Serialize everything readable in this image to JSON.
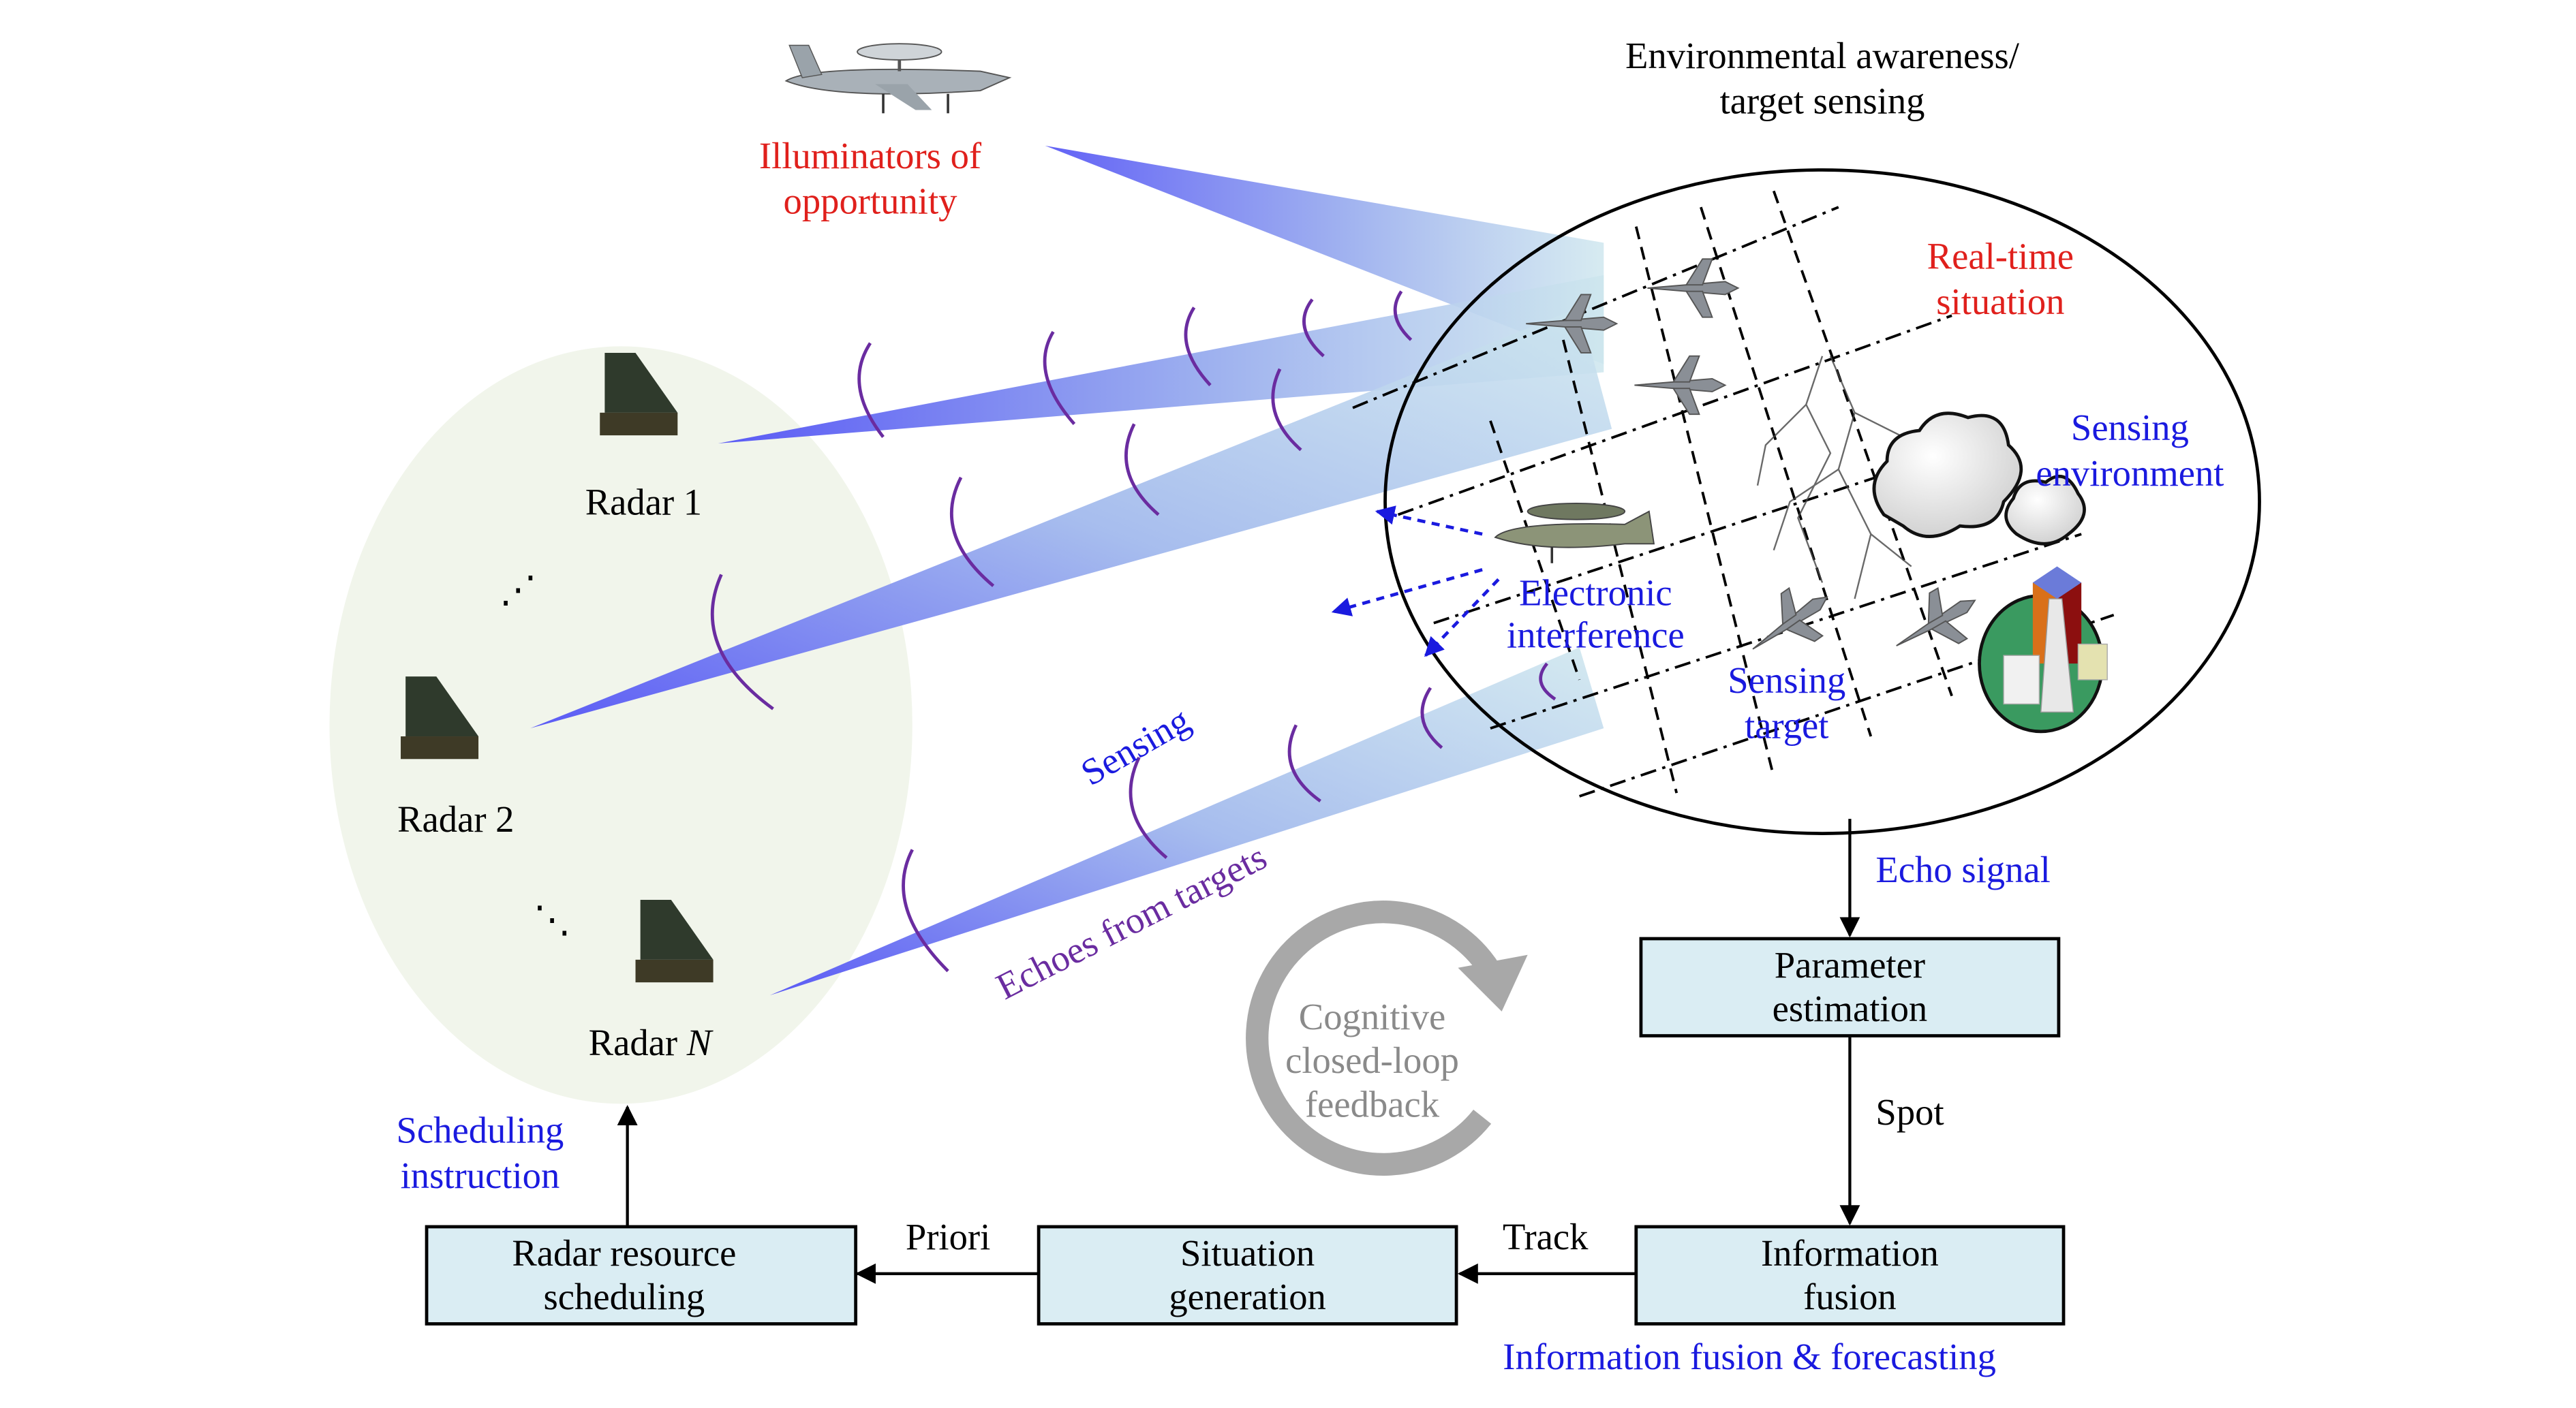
{
  "title": {
    "line1": "Environmental awareness/",
    "line2": "target sensing"
  },
  "illuminator": {
    "line1": "Illuminators of",
    "line2": "opportunity",
    "icon": "awacs-aircraft-icon"
  },
  "radars": [
    {
      "label": "Radar 1"
    },
    {
      "label": "Radar 2"
    },
    {
      "label_prefix": "Radar ",
      "label_italic": "N"
    }
  ],
  "ellipsis": "⋰",
  "ellipsis2": "⋱",
  "scene": {
    "realtime_line1": "Real-time",
    "realtime_line2": "situation",
    "env_line1": "Sensing",
    "env_line2": "environment",
    "interf_line1": "Electronic",
    "interf_line2": "interference",
    "target_line1": "Sensing",
    "target_line2": "target"
  },
  "beam_labels": {
    "sensing": "Sensing",
    "echoes": "Echoes from targets"
  },
  "loop": {
    "line1": "Cognitive",
    "line2": "closed-loop",
    "line3": "feedback"
  },
  "flow_labels": {
    "echo_signal": "Echo signal",
    "spot": "Spot",
    "track": "Track",
    "priori": "Priori",
    "scheduling_line1": "Scheduling",
    "scheduling_line2": "instruction",
    "fusion_caption": "Information fusion & forecasting"
  },
  "blocks": {
    "param": {
      "line1": "Parameter",
      "line2": "estimation"
    },
    "fusion": {
      "line1": "Information",
      "line2": "fusion"
    },
    "situation": {
      "line1": "Situation",
      "line2": "generation"
    },
    "scheduling": {
      "line1": "Radar resource",
      "line2": "scheduling"
    }
  },
  "colors": {
    "red_label": "#e0201c",
    "blue_label": "#1a1adf",
    "purple_label": "#6a2ca0",
    "gray_loop": "#a8a8a8",
    "block_fill": "#daedf3",
    "radar_zone": "#f1f5eb",
    "beam": "#5a5af5"
  }
}
